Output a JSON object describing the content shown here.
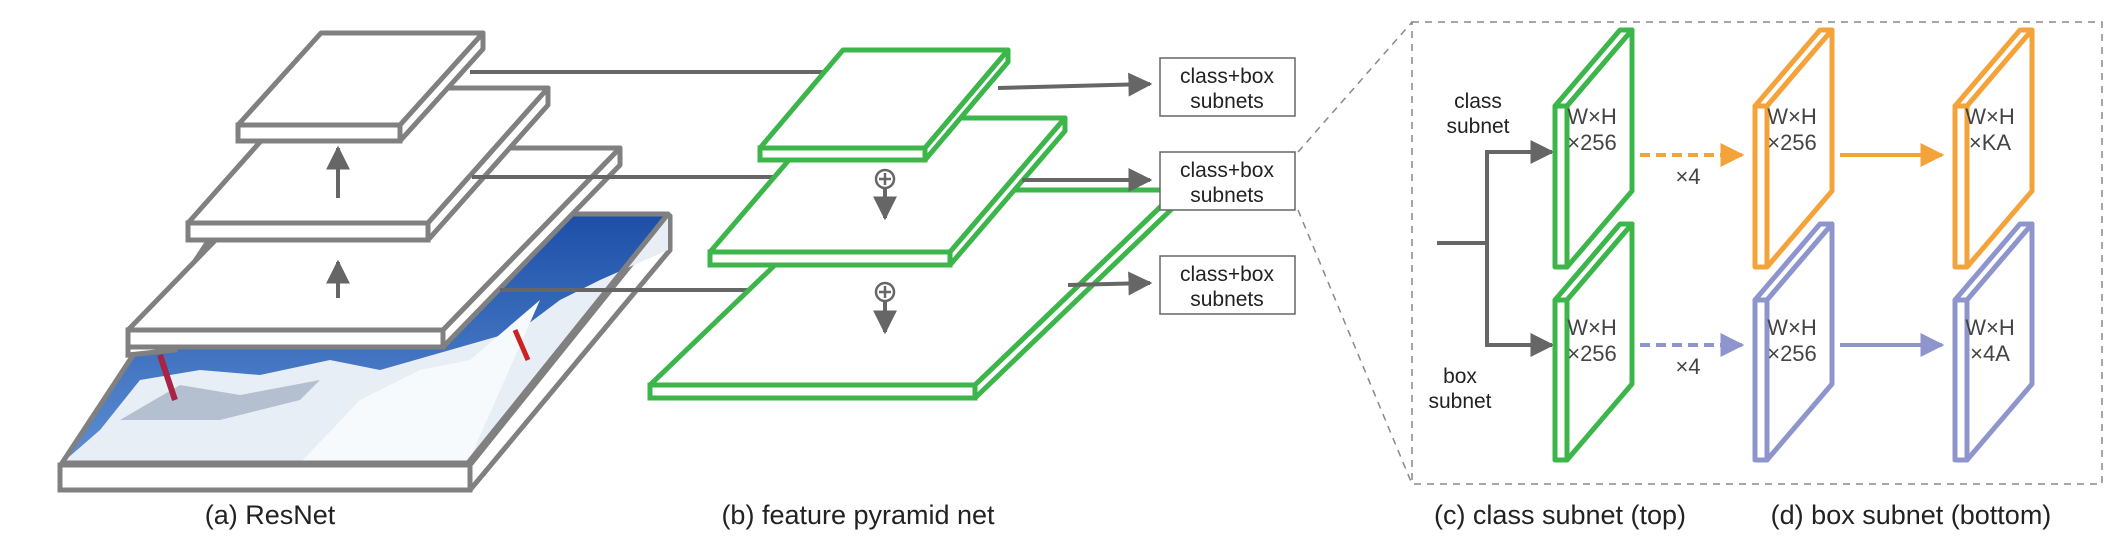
{
  "colors": {
    "gray": "#808080",
    "green": "#3cb54a",
    "orange": "#f4a23a",
    "purple": "#8e95cc",
    "arrow": "#666666",
    "sky": "#2a56a8",
    "snow": "#e8eef4"
  },
  "captions": {
    "resnet": "(a) ResNet",
    "fpn": "(b) feature pyramid net",
    "class_subnet": "(c) class subnet (top)",
    "box_subnet": "(d) box subnet (bottom)"
  },
  "outputs": {
    "box_top_line1": "class+box",
    "box_top_line2": "subnets",
    "box_mid_line1": "class+box",
    "box_mid_line2": "subnets",
    "box_bot_line1": "class+box",
    "box_bot_line2": "subnets"
  },
  "subnet_labels": {
    "class_line1": "class",
    "class_line2": "subnet",
    "box_line1": "box",
    "box_line2": "subnet"
  },
  "tensors": {
    "class_in_l1": "W×H",
    "class_in_l2": "×256",
    "class_mid_l1": "W×H",
    "class_mid_l2": "×256",
    "class_out_l1": "W×H",
    "class_out_l2": "×KA",
    "box_in_l1": "W×H",
    "box_in_l2": "×256",
    "box_mid_l1": "W×H",
    "box_mid_l2": "×256",
    "box_out_l1": "W×H",
    "box_out_l2": "×4A"
  },
  "repeat": {
    "class": "×4",
    "box": "×4"
  },
  "icons": {
    "plus": "circle-plus-icon"
  }
}
